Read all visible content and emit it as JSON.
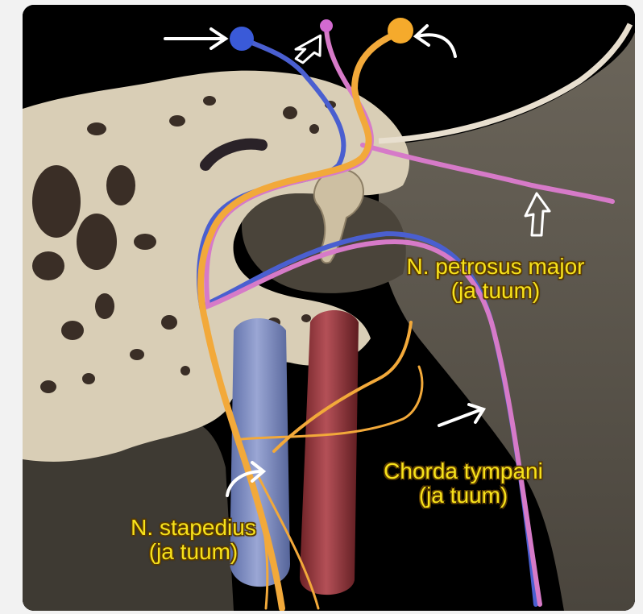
{
  "labels": {
    "petrosus": {
      "line1": "N. petrosus major",
      "line2": "(ja tuum)"
    },
    "chorda": {
      "line1": "Chorda tympani",
      "line2": "(ja tuum)"
    },
    "stapedius": {
      "line1": "N. stapedius",
      "line2": "(ja tuum)"
    }
  },
  "colors": {
    "background": "#000000",
    "bone": "#d8ccb4",
    "nerve_orange": "#f2a93a",
    "nerve_blue": "#4a5fd0",
    "nerve_pink": "#d67ac8",
    "vein_blue": "#7f8fc4",
    "artery_red": "#9a3a40",
    "label_yellow": "#f7e21b",
    "arrow_white": "#ffffff"
  },
  "icons": [
    "straight-arrow-icon",
    "outline-arrow-icon",
    "curved-arrow-icon"
  ]
}
